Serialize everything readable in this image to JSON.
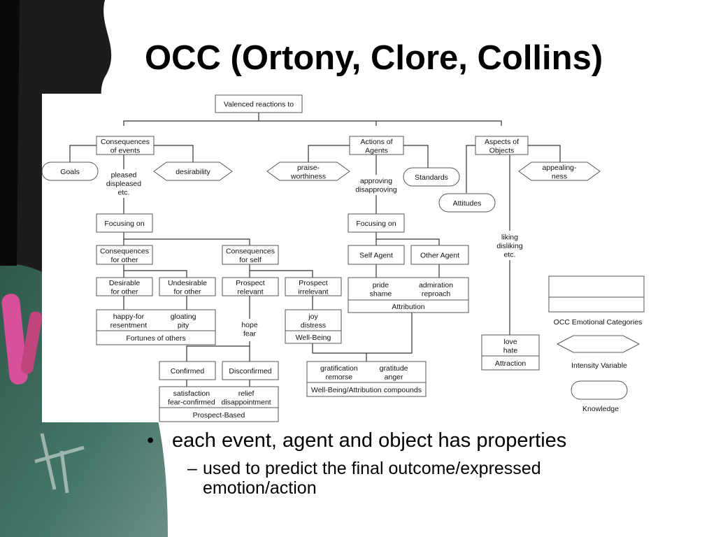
{
  "title": "OCC (Ortony, Clore, Collins)",
  "diagram": {
    "root": "Valenced reactions to",
    "events": "Consequences|of events",
    "goals": "Goals",
    "desirability": "desirability",
    "pleased": "pleased|displeased|etc.",
    "focus_events": "Focusing on",
    "cons_other": "Consequences|for other",
    "cons_self": "Consequences|for self",
    "desirable_other": "Desirable|for other",
    "undesirable_other": "Undesirable|for other",
    "happy_for": "happy-for|resentment",
    "gloating": "gloating|pity",
    "fortunes": "Fortunes of others",
    "prospect_rel": "Prospect|relevant",
    "prospect_irr": "Prospect|irrelevant",
    "hope": "hope|fear",
    "joy": "joy|distress",
    "well_being": "Well-Being",
    "confirmed": "Confirmed",
    "disconfirmed": "Disconfirmed",
    "satisfaction": "satisfaction|fear-confirmed",
    "relief": "relief|disappointment",
    "prospect_based": "Prospect-Based",
    "agents": "Actions of|Agents",
    "praise": "praise-|worthiness",
    "approving": "approving|disapproving",
    "standards": "Standards",
    "focus_agents": "Focusing on",
    "self_agent": "Self Agent",
    "other_agent": "Other Agent",
    "pride": "pride|shame",
    "admiration": "admiration|reproach",
    "attribution": "Attribution",
    "gratification": "gratification|remorse",
    "gratitude": "gratitude|anger",
    "compounds": "Well-Being/Attribution compounds",
    "objects": "Aspects of|Objects",
    "attitudes": "Attitudes",
    "appealing": "appealing-|ness",
    "liking": "liking|disliking|etc.",
    "love": "love|hate",
    "attraction": "Attraction",
    "legend_categories": "OCC Emotional Categories",
    "legend_intensity": "Intensity Variable",
    "legend_knowledge": "Knowledge"
  },
  "bullets": {
    "marker1": "•",
    "main": "each event, agent and object has properties",
    "marker2": "–",
    "sub": "used to predict the final outcome/expressed emotion/action"
  },
  "colors": {
    "background_green": "#3d6b5a",
    "chalk_pink": "#d9509a"
  }
}
